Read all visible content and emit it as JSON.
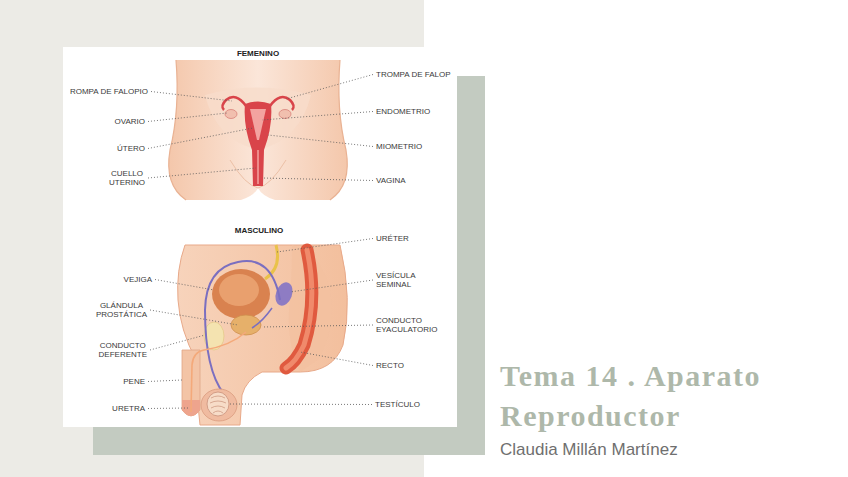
{
  "diagram": {
    "title": "Tema 14 . Aparato Reproductor",
    "labels": [
      "FEMENINO",
      "ROMPA DE FALOPIO",
      "OVARIO",
      "ÚTERO",
      "CUELLO UTERINO",
      "TROMPA DE FALOP",
      "ENDOMETRIO",
      "MIOMETRIO",
      "VAGINA",
      "MASCULINO",
      "URÉTER",
      "VEJIGA",
      "VESÍCULA SEMINAL",
      "GLÁNDULA PROSTÁTICA",
      "CONDUCTO EYACULATORIO",
      "CONDUCTO DEFERENTE",
      "RECTO",
      "PENE",
      "URETRA",
      "TESTÍCULO",
      "Claudia Millán Martínez"
    ]
  }
}
